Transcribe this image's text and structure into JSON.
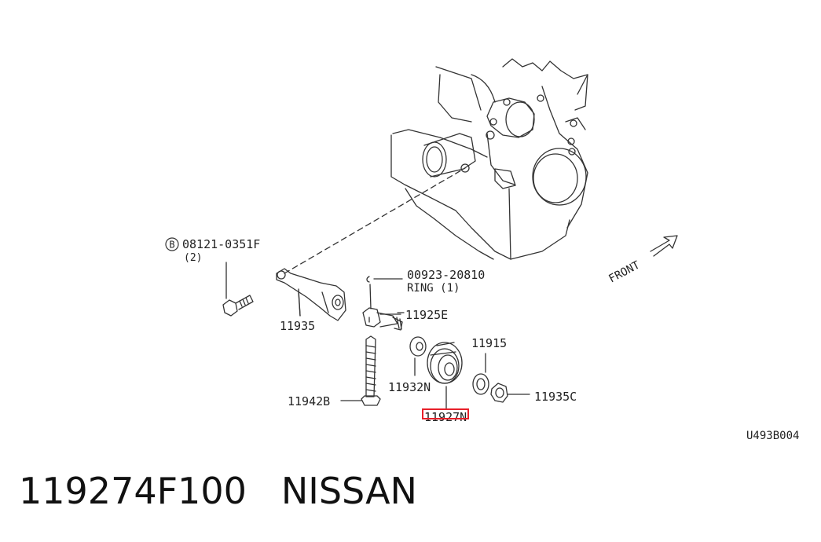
{
  "diagram": {
    "bolt_callout_letter": "B",
    "labels": {
      "bolt_part": "08121-0351F",
      "bolt_qty": "(2)",
      "ring_part": "00923-20810",
      "ring_desc": "RING (1)",
      "bracket": "11935",
      "shaft": "11925E",
      "washer_right": "11915",
      "spacer": "11932N",
      "long_bolt": "11942B",
      "nut": "11935C",
      "pulley": "11927N",
      "front": "FRONT",
      "figure_code": "U493B004"
    },
    "highlight_color": "#e8202a"
  },
  "caption": {
    "part_number": "119274F100",
    "brand": "NISSAN"
  }
}
